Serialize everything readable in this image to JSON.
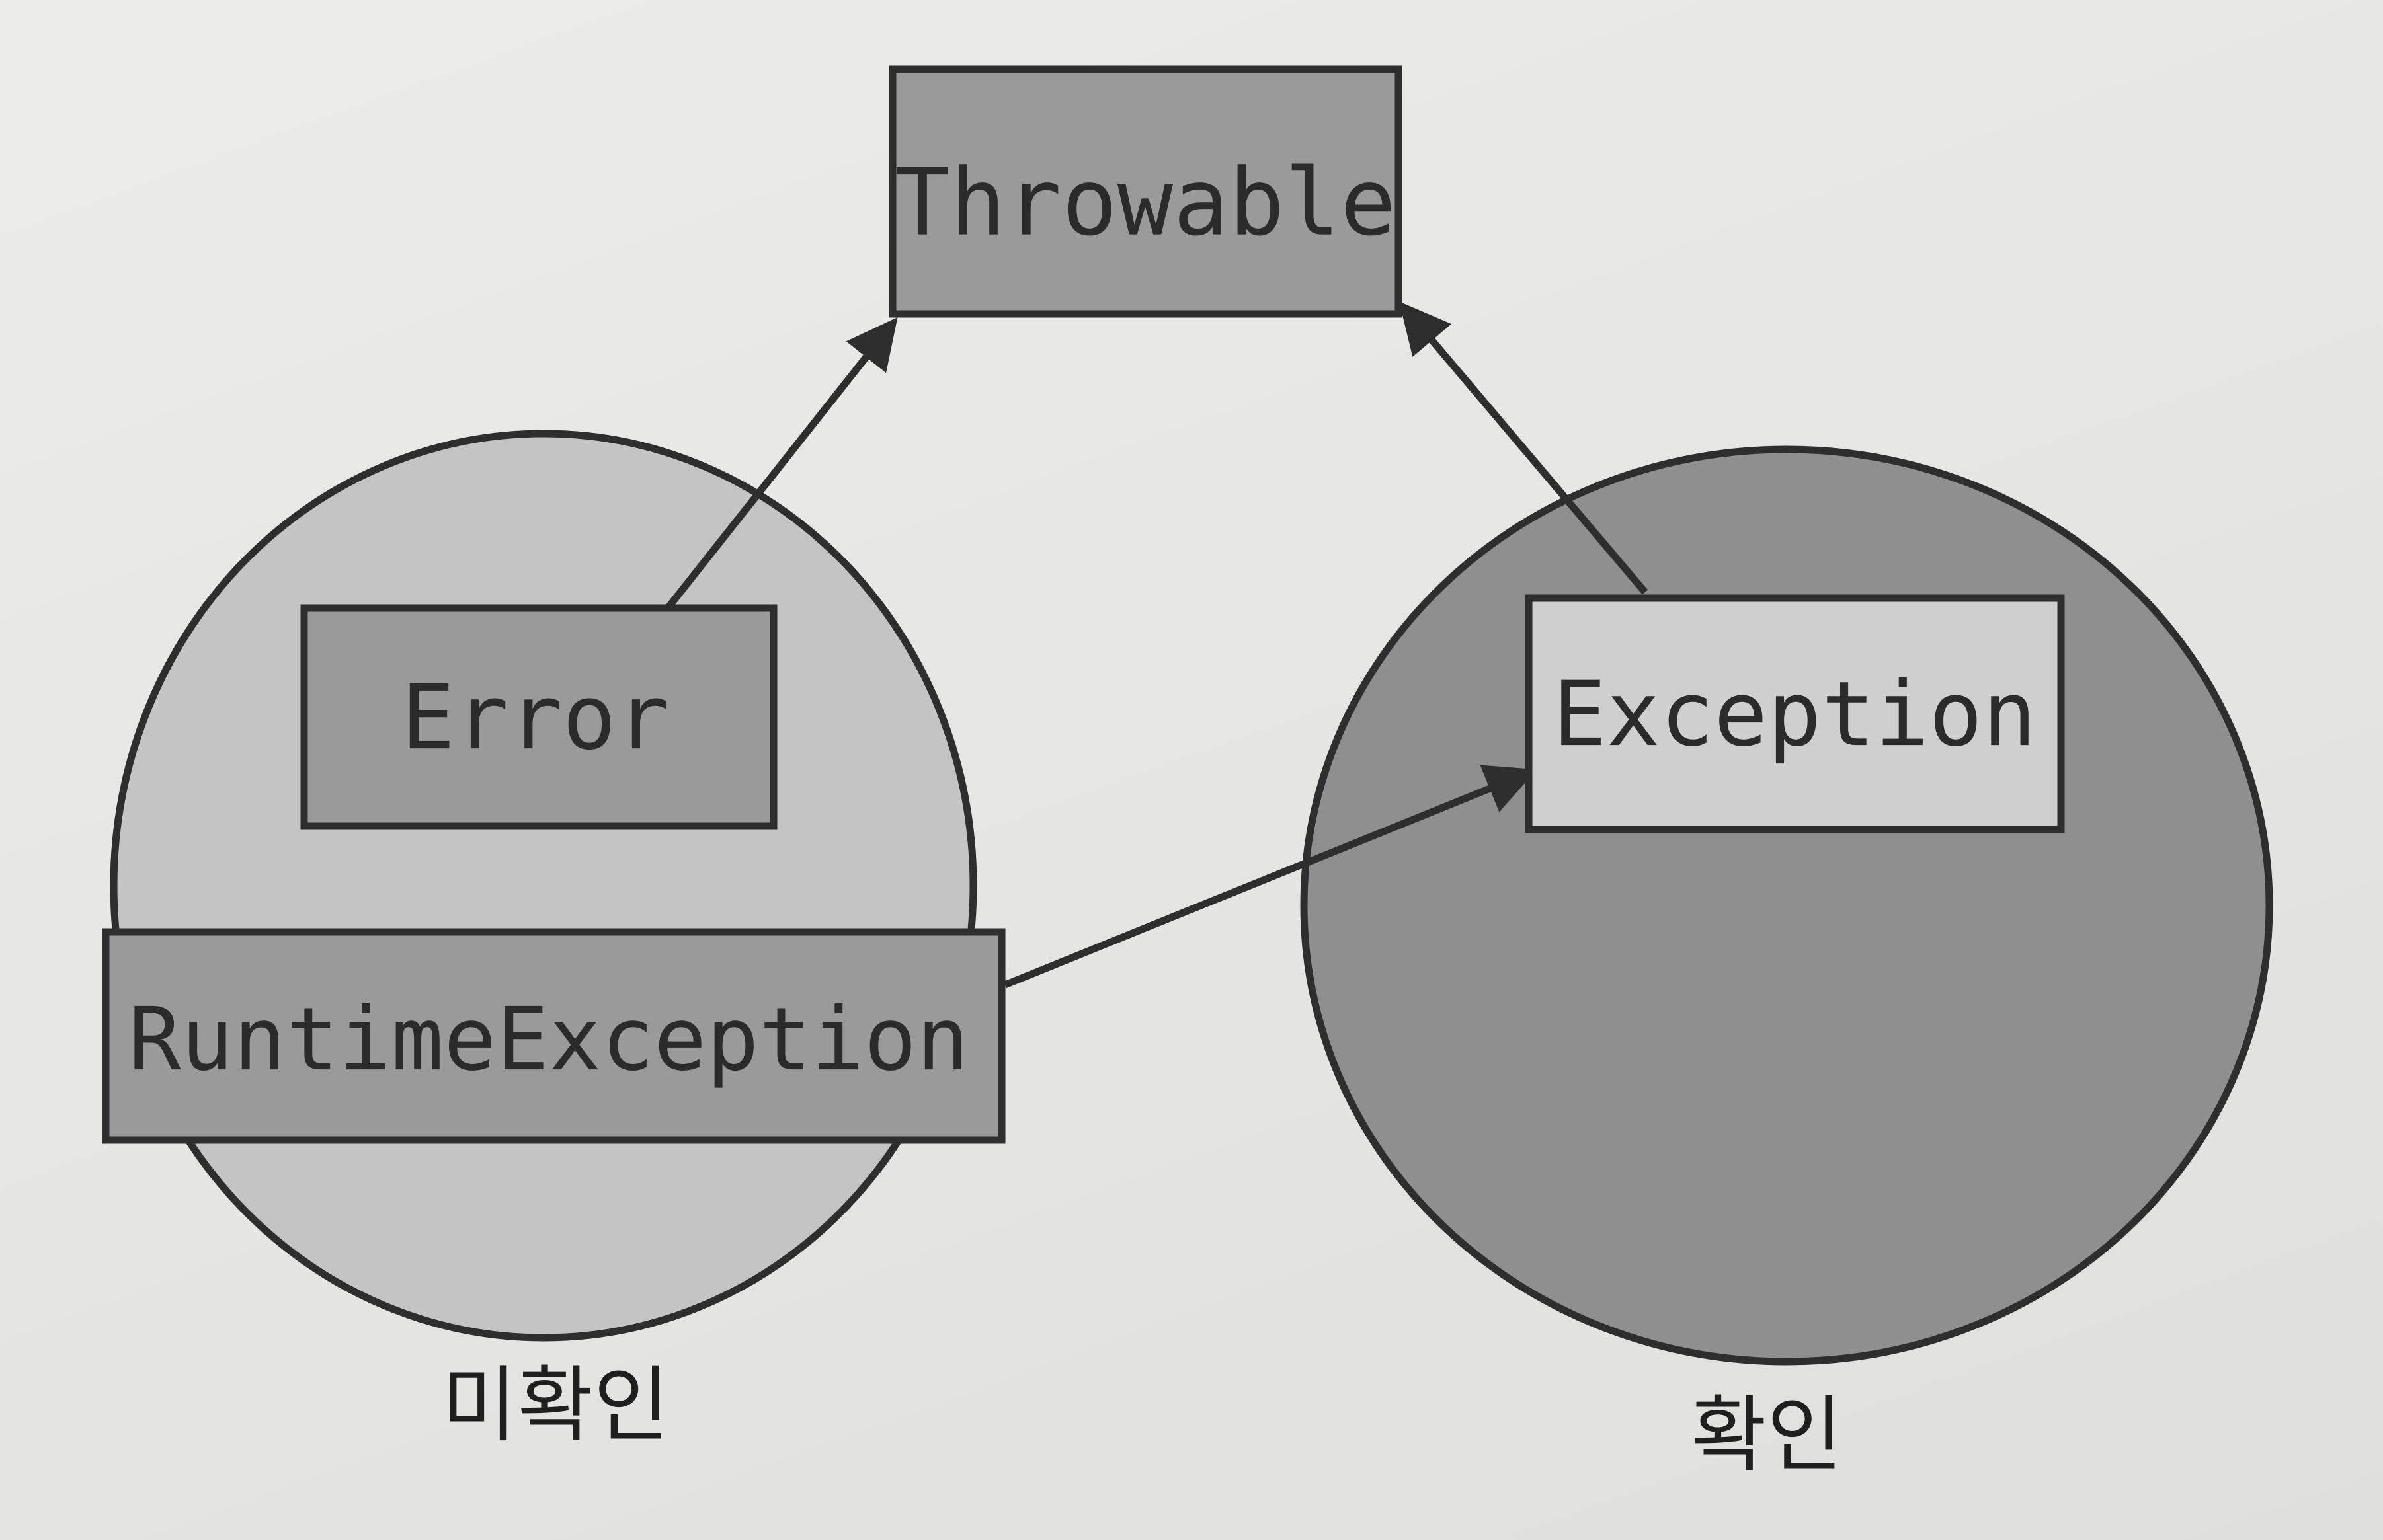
{
  "diagram": {
    "nodes": {
      "throwable": {
        "label": "Throwable"
      },
      "error": {
        "label": "Error"
      },
      "runtime_exception": {
        "label": "RuntimeException"
      },
      "exception": {
        "label": "Exception"
      }
    },
    "groups": {
      "unchecked": {
        "label": "미확인"
      },
      "checked": {
        "label": "확인"
      }
    },
    "edges": [
      {
        "from": "error",
        "to": "throwable"
      },
      {
        "from": "exception",
        "to": "throwable"
      },
      {
        "from": "runtime_exception",
        "to": "exception"
      }
    ]
  },
  "colors": {
    "stroke": "#2e2e2e",
    "box_fill": "#9a9a9a",
    "unchecked_circle_fill": "#c4c4c4",
    "checked_circle_fill": "#8f8f8f",
    "exception_box_fill": "#cfcfcf"
  }
}
